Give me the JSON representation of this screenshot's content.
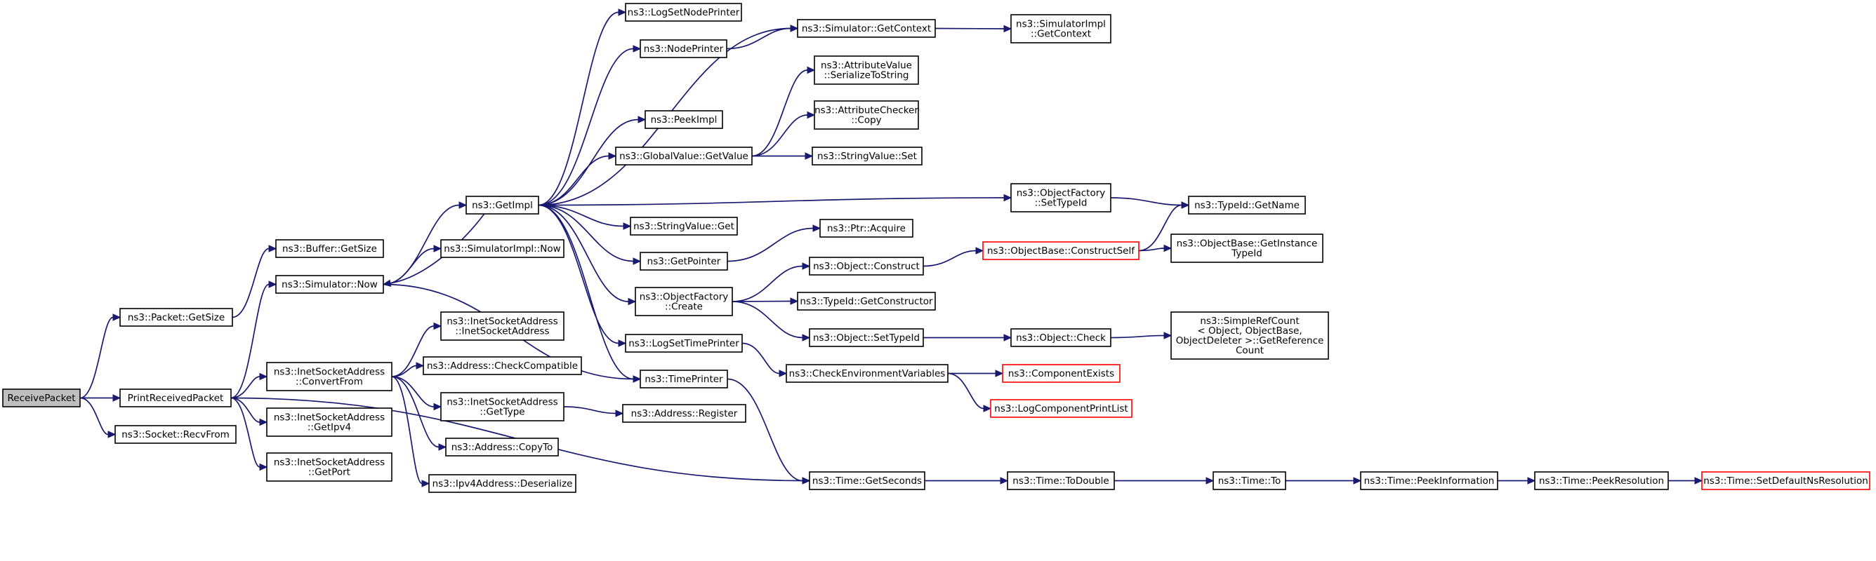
{
  "nodes": {
    "receivepacket": {
      "lines": [
        "ReceivePacket"
      ],
      "style": "root"
    },
    "packet_getsize": {
      "lines": [
        "ns3::Packet::GetSize"
      ]
    },
    "printreceivedpacket": {
      "lines": [
        "PrintReceivedPacket"
      ]
    },
    "socket_recvfrom": {
      "lines": [
        "ns3::Socket::RecvFrom"
      ]
    },
    "buffer_getsize": {
      "lines": [
        "ns3::Buffer::GetSize"
      ]
    },
    "simulator_now": {
      "lines": [
        "ns3::Simulator::Now"
      ]
    },
    "inetsocketaddress_convertfrom": {
      "lines": [
        "ns3::InetSocketAddress",
        "::ConvertFrom"
      ]
    },
    "inetsocketaddress_getipv4": {
      "lines": [
        "ns3::InetSocketAddress",
        "::GetIpv4"
      ]
    },
    "inetsocketaddress_getport": {
      "lines": [
        "ns3::InetSocketAddress",
        "::GetPort"
      ]
    },
    "getimpl": {
      "lines": [
        "ns3::GetImpl"
      ]
    },
    "simulatorimpl_now": {
      "lines": [
        "ns3::SimulatorImpl::Now"
      ]
    },
    "inetsocketaddress_ctor": {
      "lines": [
        "ns3::InetSocketAddress",
        "::InetSocketAddress"
      ]
    },
    "address_checkcompatible": {
      "lines": [
        "ns3::Address::CheckCompatible"
      ]
    },
    "inetsocketaddress_gettype": {
      "lines": [
        "ns3::InetSocketAddress",
        "::GetType"
      ]
    },
    "address_copyto": {
      "lines": [
        "ns3::Address::CopyTo"
      ]
    },
    "ipv4address_deserialize": {
      "lines": [
        "ns3::Ipv4Address::Deserialize"
      ]
    },
    "logsetnodeprinter": {
      "lines": [
        "ns3::LogSetNodePrinter"
      ]
    },
    "nodeprinter": {
      "lines": [
        "ns3::NodePrinter"
      ]
    },
    "peekimpl": {
      "lines": [
        "ns3::PeekImpl"
      ]
    },
    "globalvalue_getvalue": {
      "lines": [
        "ns3::GlobalValue::GetValue"
      ]
    },
    "stringvalue_get": {
      "lines": [
        "ns3::StringValue::Get"
      ]
    },
    "getpointer": {
      "lines": [
        "ns3::GetPointer"
      ]
    },
    "objectfactory_create": {
      "lines": [
        "ns3::ObjectFactory",
        "::Create"
      ]
    },
    "logsettimeprinter": {
      "lines": [
        "ns3::LogSetTimePrinter"
      ]
    },
    "timeprinter": {
      "lines": [
        "ns3::TimePrinter"
      ]
    },
    "address_register": {
      "lines": [
        "ns3::Address::Register"
      ]
    },
    "simulator_getcontext": {
      "lines": [
        "ns3::Simulator::GetContext"
      ]
    },
    "attributevalue_serializetostring": {
      "lines": [
        "ns3::AttributeValue",
        "::SerializeToString"
      ]
    },
    "attributechecker_copy": {
      "lines": [
        "ns3::AttributeChecker",
        "::Copy"
      ]
    },
    "stringvalue_set": {
      "lines": [
        "ns3::StringValue::Set"
      ]
    },
    "ptr_acquire": {
      "lines": [
        "ns3::Ptr::Acquire"
      ]
    },
    "object_construct": {
      "lines": [
        "ns3::Object::Construct"
      ]
    },
    "typeid_getconstructor": {
      "lines": [
        "ns3::TypeId::GetConstructor"
      ]
    },
    "object_settypeid": {
      "lines": [
        "ns3::Object::SetTypeId"
      ]
    },
    "checkenvironmentvariables": {
      "lines": [
        "ns3::CheckEnvironmentVariables"
      ]
    },
    "time_getseconds": {
      "lines": [
        "ns3::Time::GetSeconds"
      ]
    },
    "simulatorimpl_getcontext": {
      "lines": [
        "ns3::SimulatorImpl",
        "::GetContext"
      ]
    },
    "objectfactory_settypeid": {
      "lines": [
        "ns3::ObjectFactory",
        "::SetTypeId"
      ]
    },
    "objectbase_constructself": {
      "lines": [
        "ns3::ObjectBase::ConstructSelf"
      ],
      "style": "truncated"
    },
    "object_check": {
      "lines": [
        "ns3::Object::Check"
      ]
    },
    "componentexists": {
      "lines": [
        "ns3::ComponentExists"
      ],
      "style": "truncated"
    },
    "logcomponentprintlist": {
      "lines": [
        "ns3::LogComponentPrintList"
      ],
      "style": "truncated"
    },
    "time_todouble": {
      "lines": [
        "ns3::Time::ToDouble"
      ]
    },
    "typeid_getname": {
      "lines": [
        "ns3::TypeId::GetName"
      ]
    },
    "objectbase_getinstancetypeid": {
      "lines": [
        "ns3::ObjectBase::GetInstance",
        "TypeId"
      ]
    },
    "simplerefcount_getreferencecount": {
      "lines": [
        "ns3::SimpleRefCount",
        "< Object, ObjectBase,",
        " ObjectDeleter >::GetReference",
        "Count"
      ]
    },
    "time_to": {
      "lines": [
        "ns3::Time::To"
      ]
    },
    "time_peekinformation": {
      "lines": [
        "ns3::Time::PeekInformation"
      ]
    },
    "time_peekresolution": {
      "lines": [
        "ns3::Time::PeekResolution"
      ]
    },
    "time_setdefaultnsresolution": {
      "lines": [
        "ns3::Time::SetDefaultNsResolution"
      ],
      "style": "truncated"
    }
  },
  "edges": [
    [
      "receivepacket",
      "packet_getsize"
    ],
    [
      "receivepacket",
      "printreceivedpacket"
    ],
    [
      "receivepacket",
      "socket_recvfrom"
    ],
    [
      "packet_getsize",
      "buffer_getsize"
    ],
    [
      "printreceivedpacket",
      "simulator_now"
    ],
    [
      "printreceivedpacket",
      "inetsocketaddress_convertfrom"
    ],
    [
      "printreceivedpacket",
      "inetsocketaddress_getipv4"
    ],
    [
      "printreceivedpacket",
      "inetsocketaddress_getport"
    ],
    [
      "printreceivedpacket",
      "time_getseconds"
    ],
    [
      "simulator_now",
      "getimpl"
    ],
    [
      "simulator_now",
      "simulatorimpl_now"
    ],
    [
      "simulator_now",
      "timeprinter"
    ],
    [
      "inetsocketaddress_convertfrom",
      "inetsocketaddress_ctor"
    ],
    [
      "inetsocketaddress_convertfrom",
      "address_checkcompatible"
    ],
    [
      "inetsocketaddress_convertfrom",
      "inetsocketaddress_gettype"
    ],
    [
      "inetsocketaddress_convertfrom",
      "address_copyto"
    ],
    [
      "inetsocketaddress_convertfrom",
      "ipv4address_deserialize"
    ],
    [
      "inetsocketaddress_gettype",
      "address_register"
    ],
    [
      "getimpl",
      "logsetnodeprinter"
    ],
    [
      "getimpl",
      "nodeprinter"
    ],
    [
      "getimpl",
      "simulator_getcontext"
    ],
    [
      "getimpl",
      "peekimpl"
    ],
    [
      "getimpl",
      "globalvalue_getvalue"
    ],
    [
      "getimpl",
      "objectfactory_settypeid"
    ],
    [
      "getimpl",
      "stringvalue_get"
    ],
    [
      "getimpl",
      "getpointer"
    ],
    [
      "getimpl",
      "objectfactory_create"
    ],
    [
      "getimpl",
      "logsettimeprinter"
    ],
    [
      "getimpl",
      "timeprinter"
    ],
    [
      "getimpl",
      "simulator_now"
    ],
    [
      "nodeprinter",
      "simulator_getcontext"
    ],
    [
      "simulator_getcontext",
      "simulatorimpl_getcontext"
    ],
    [
      "globalvalue_getvalue",
      "attributevalue_serializetostring"
    ],
    [
      "globalvalue_getvalue",
      "attributechecker_copy"
    ],
    [
      "globalvalue_getvalue",
      "stringvalue_set"
    ],
    [
      "getpointer",
      "ptr_acquire"
    ],
    [
      "objectfactory_create",
      "object_construct"
    ],
    [
      "objectfactory_create",
      "typeid_getconstructor"
    ],
    [
      "objectfactory_create",
      "object_settypeid"
    ],
    [
      "object_construct",
      "objectbase_constructself"
    ],
    [
      "objectbase_constructself",
      "typeid_getname"
    ],
    [
      "objectbase_constructself",
      "objectbase_getinstancetypeid"
    ],
    [
      "objectfactory_settypeid",
      "typeid_getname"
    ],
    [
      "object_settypeid",
      "object_check"
    ],
    [
      "object_check",
      "simplerefcount_getreferencecount"
    ],
    [
      "logsettimeprinter",
      "checkenvironmentvariables"
    ],
    [
      "checkenvironmentvariables",
      "componentexists"
    ],
    [
      "checkenvironmentvariables",
      "logcomponentprintlist"
    ],
    [
      "timeprinter",
      "time_getseconds"
    ],
    [
      "time_getseconds",
      "time_todouble"
    ],
    [
      "time_todouble",
      "time_to"
    ],
    [
      "time_to",
      "time_peekinformation"
    ],
    [
      "time_peekinformation",
      "time_peekresolution"
    ],
    [
      "time_peekresolution",
      "time_setdefaultnsresolution"
    ]
  ]
}
